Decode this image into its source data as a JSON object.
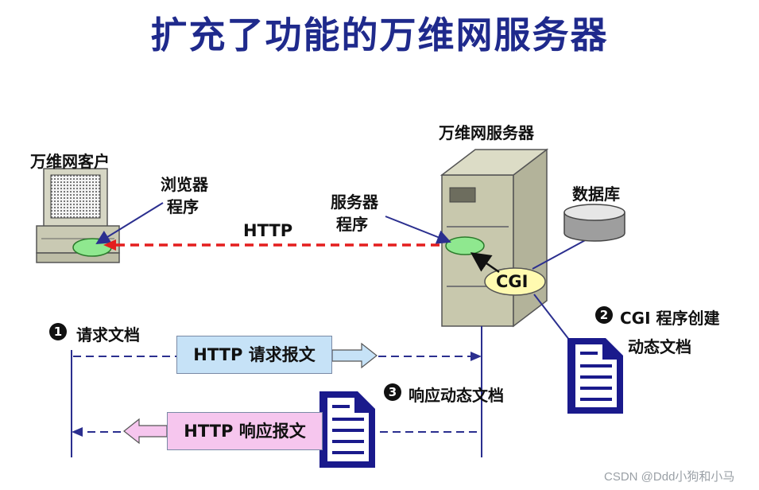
{
  "title": "扩充了功能的万维网服务器",
  "client": {
    "label": "万维网客户",
    "browser_label_line1": "浏览器",
    "browser_label_line2": "程序"
  },
  "server": {
    "label": "万维网服务器",
    "program_label_line1": "服务器",
    "program_label_line2": "程序",
    "cgi_label": "CGI"
  },
  "database": {
    "label": "数据库"
  },
  "protocol": {
    "label": "HTTP"
  },
  "steps": [
    {
      "number": "1",
      "text": "请求文档"
    },
    {
      "number": "2",
      "text_line1": "CGI 程序创建",
      "text_line2": "动态文档"
    },
    {
      "number": "3",
      "text": "响应动态文档"
    }
  ],
  "messages": {
    "request": "HTTP 请求报文",
    "response": "HTTP 响应报文"
  },
  "watermark": "CSDN @Ddd小狗和小马",
  "colors": {
    "title": "#1f2a8c",
    "arrow_blue": "#2b2f8f",
    "http_dashed": "#e41e1e",
    "request_box": "#c6e2f7",
    "response_box": "#f6c6ee",
    "ellipse_green": "#8fe88f",
    "cgi_ellipse": "#fffab0",
    "server_body": "#c8c8ad",
    "monitor_body": "#d6d6c4"
  }
}
